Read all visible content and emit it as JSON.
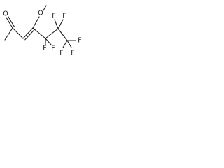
{
  "atoms": {
    "o_carbonyl": "O",
    "o_methoxy": "O",
    "f_c5a": "F",
    "f_c5b": "F",
    "f_c6a": "F",
    "f_c6b": "F",
    "f_c7a": "F",
    "f_c7b": "F",
    "f_c7c": "F"
  },
  "colors": {
    "bond": "#1a1a1a",
    "text": "#1a1a1a",
    "background": "#ffffff"
  }
}
